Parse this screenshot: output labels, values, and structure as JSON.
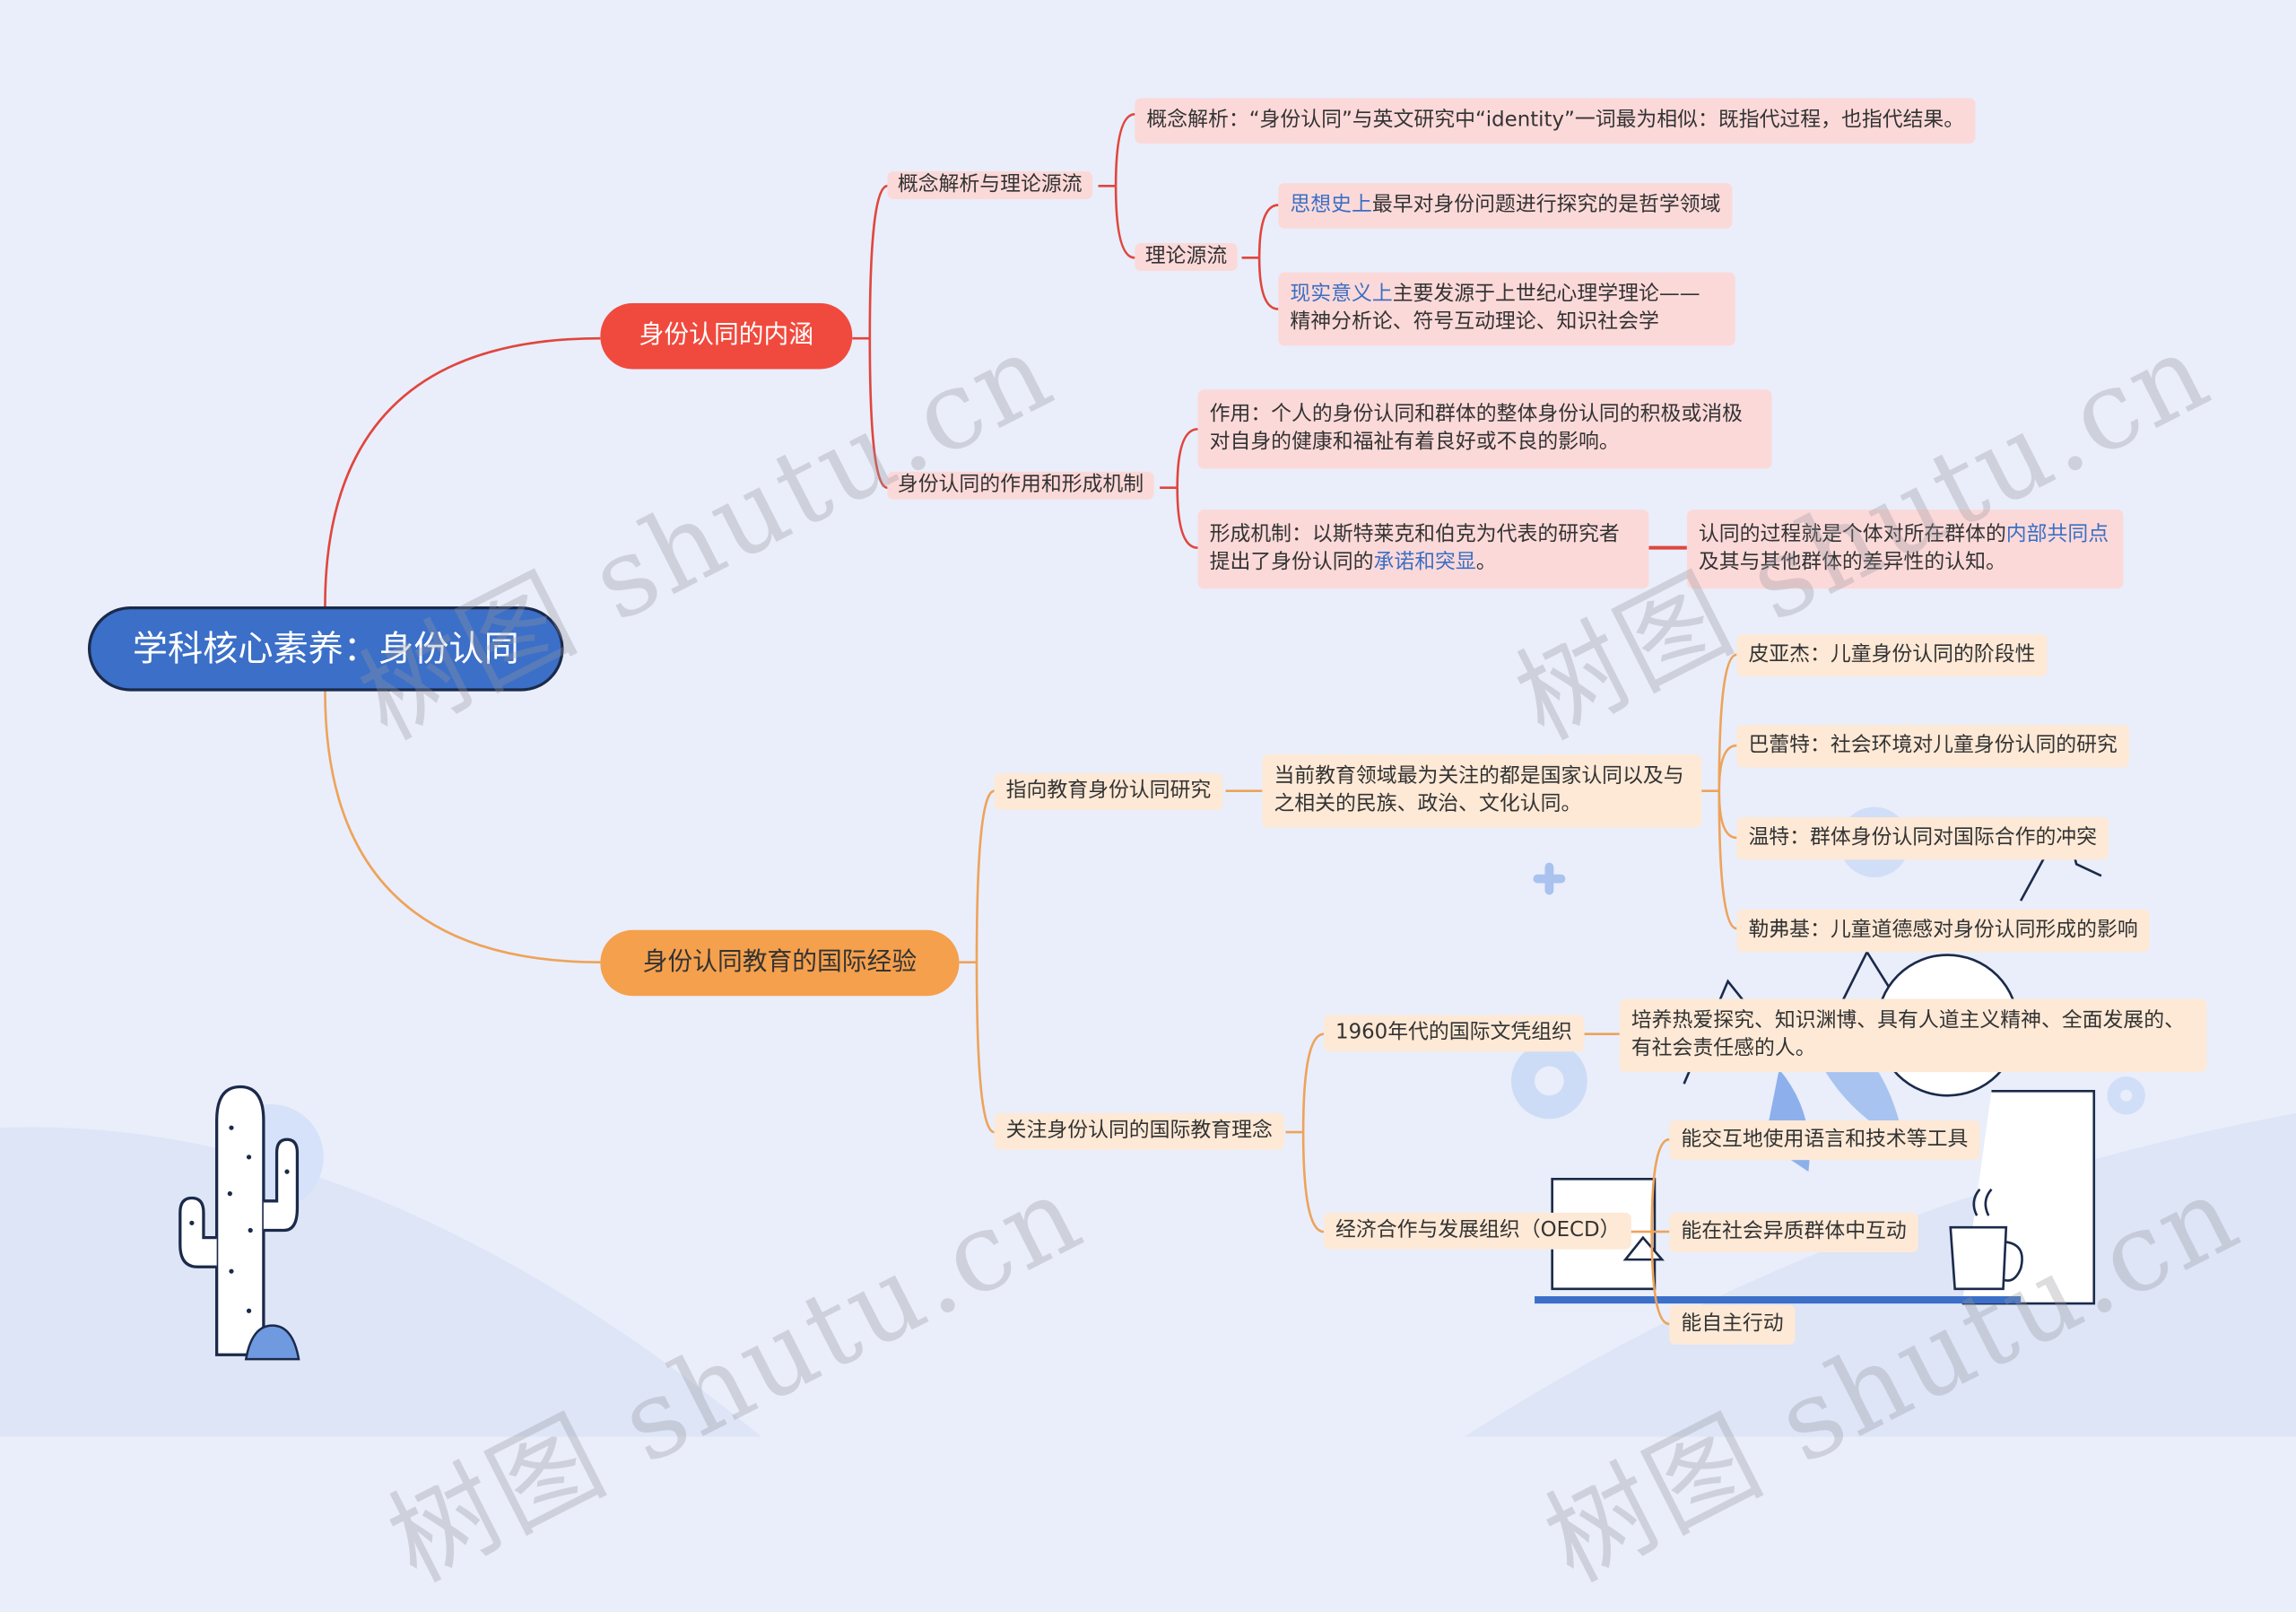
{
  "root": "学科核心素养：身份认同",
  "branch1": {
    "label": "身份认同的内涵",
    "sub1": {
      "label": "概念解析与理论源流",
      "concept": "概念解析：“身份认同”与英文研究中“identity”一词最为相似：既指代过程，也指代结果。",
      "theory": {
        "label": "理论源流",
        "item1_hl": "思想史上",
        "item1_rest": "最早对身份问题进行探究的是哲学领域",
        "item2_hl": "现实意义上",
        "item2_rest": "主要发源于上世纪心理学理论——",
        "item2_line2": "精神分析论、符号互动理论、知识社会学"
      }
    },
    "sub2": {
      "label": "身份认同的作用和形成机制",
      "role_line1": "作用：个人的身份认同和群体的整体身份认同的积极或消极",
      "role_line2": "对自身的健康和福祉有着良好或不良的影响。",
      "mech_line1": "形成机制：以斯特莱克和伯克为代表的研究者",
      "mech_line2_pre": "提出了身份认同的",
      "mech_line2_hl": "承诺和突显",
      "mech_line2_post": "。",
      "process_line1_pre": "认同的过程就是个体对所在群体的",
      "process_line1_hl": "内部共同点",
      "process_line2": "及其与其他群体的差异性的认知。"
    }
  },
  "branch2": {
    "label": "身份认同教育的国际经验",
    "sub1": {
      "label": "指向教育身份认同研究",
      "desc_line1": "当前教育领域最为关注的都是国家认同以及与",
      "desc_line2": "之相关的民族、政治、文化认同。",
      "items": [
        "皮亚杰：儿童身份认同的阶段性",
        "巴蕾特：社会环境对儿童身份认同的研究",
        "温特：群体身份认同对国际合作的冲突",
        "勒弗基：儿童道德感对身份认同形成的影响"
      ]
    },
    "sub2": {
      "label": "关注身份认同的国际教育理念",
      "ib": {
        "label": "1960年代的国际文凭组织",
        "desc_line1": "培养热爱探究、知识渊博、具有人道主义精神、全面发展的、",
        "desc_line2": "有社会责任感的人。"
      },
      "oecd": {
        "label": "经济合作与发展组织（OECD）",
        "items": [
          "能交互地使用语言和技术等工具",
          "能在社会异质群体中互动",
          "能自主行动"
        ]
      }
    }
  },
  "watermark": "树图 shutu.cn",
  "colors": {
    "root": "#3b6fc8",
    "branch_red": "#f04a3e",
    "branch_orange": "#f5a04d",
    "leaf_red": "#fcd9d9",
    "leaf_orange": "#fde9d6",
    "highlight": "#3b6fc4"
  }
}
